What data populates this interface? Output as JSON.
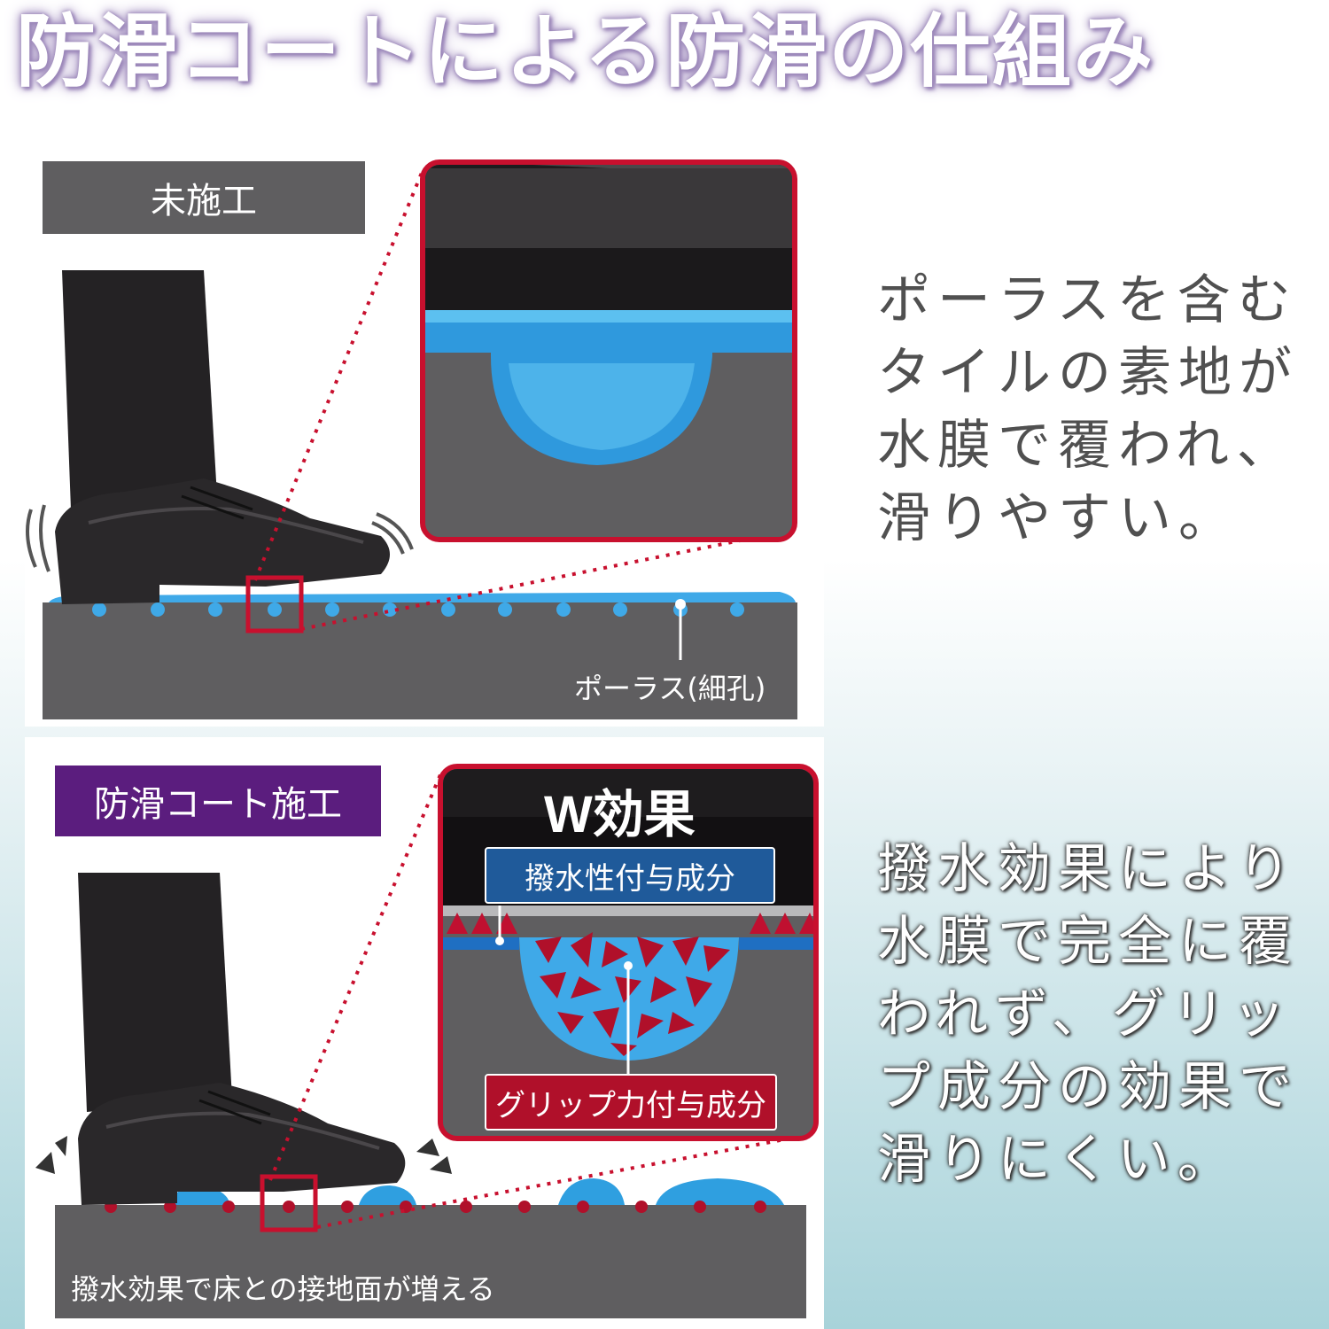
{
  "title": "防滑コートによる防滑の仕組み",
  "top_panel": {
    "tag": "未施工",
    "pore_label": "ポーラス(細孔)",
    "description": [
      "ポーラスを含む",
      "タイルの素地が",
      "水膜で覆われ、",
      "滑りやすい。"
    ]
  },
  "bottom_panel": {
    "tag": "防滑コート施工",
    "zoom_title": "W効果",
    "badge_water": "撥水性付与成分",
    "badge_grip": "グリップ力付与成分",
    "floor_caption": "撥水効果で床との接地面が増える",
    "description": [
      "撥水効果により",
      "水膜で完全に覆",
      "われず、グリッ",
      "プ成分の効果で",
      "滑りにくい。"
    ]
  },
  "colors": {
    "title_glow": "#9a86b8",
    "tag_untreated": "#5f5e60",
    "tag_treated": "#5b1d7e",
    "zoom_border": "#c8102e",
    "floor": "#5f5e60",
    "water": "#2f9fe0",
    "badge_water": "#1f5a9a",
    "badge_grip": "#b0102a"
  }
}
